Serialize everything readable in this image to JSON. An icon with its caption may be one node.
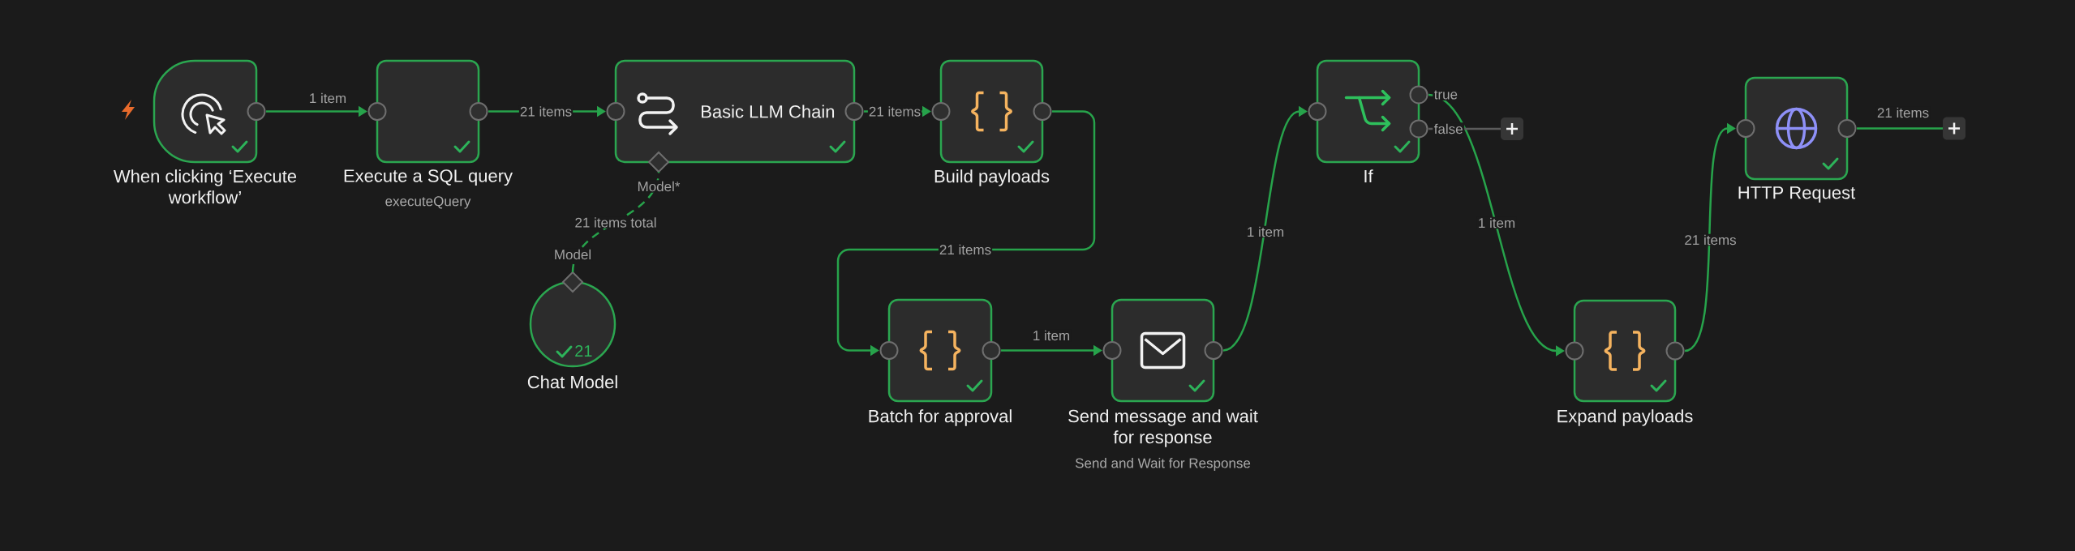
{
  "diagram": {
    "nodes": [
      {
        "text": [
          "When clicking ‘Execute workflow’"
        ]
      },
      {
        "text": [
          "Execute a SQL query",
          "executeQuery"
        ]
      },
      {
        "text": [
          "Basic LLM Chain"
        ],
        "beside": [
          "Model*"
        ]
      },
      {
        "text": [
          "Build payloads"
        ]
      },
      {
        "text": [
          "21",
          "Chat Model"
        ],
        "beside": [
          "Model"
        ]
      },
      {
        "text": [
          "Batch for approval"
        ]
      },
      {
        "text": [
          "Send message and wait for response",
          "Send and Wait for Response"
        ]
      },
      {
        "text": [
          "If"
        ],
        "beside": [
          "true",
          "false"
        ]
      },
      {
        "text": [
          "Expand payloads"
        ]
      },
      {
        "text": [
          "HTTP Request"
        ]
      },
      {
        "text": [],
        "shape": "box"
      },
      {
        "text": [],
        "shape": "box"
      }
    ],
    "edges": [
      {
        "from": 0,
        "to": 1,
        "arrow": "to",
        "label": "1 item"
      },
      {
        "from": 1,
        "to": 2,
        "arrow": "to",
        "label": "21 items"
      },
      {
        "from": 2,
        "to": 3,
        "arrow": "to",
        "label": "21 items"
      },
      {
        "from": 4,
        "to": 2,
        "arrow": "none",
        "label": "21 items total",
        "style": "dashed"
      },
      {
        "from": 3,
        "to": 5,
        "arrow": "to",
        "label": "21 items"
      },
      {
        "from": 5,
        "to": 6,
        "arrow": "to",
        "label": "1 item"
      },
      {
        "from": 6,
        "to": 7,
        "arrow": "to",
        "label": "1 item"
      },
      {
        "from": 7,
        "to": 8,
        "arrow": "to",
        "label": "1 item"
      },
      {
        "from": 8,
        "to": 9,
        "arrow": "to",
        "label": "21 items"
      },
      {
        "from": 7,
        "to": 10,
        "arrow": "none",
        "color": "#5c5c5c"
      },
      {
        "from": 9,
        "to": 11,
        "arrow": "none",
        "label": "21 items"
      }
    ]
  }
}
